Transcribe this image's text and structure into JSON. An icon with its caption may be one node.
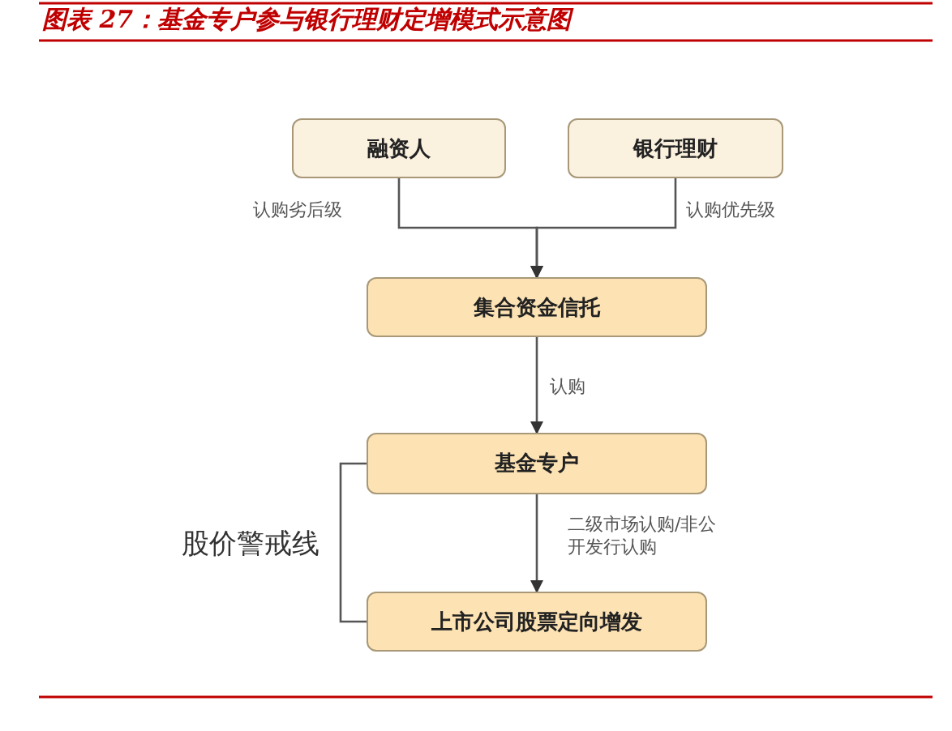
{
  "diagram": {
    "title": "图表 27：基金专户参与银行理财定增模式示意图",
    "nodes": [
      {
        "text": [
          "融资人"
        ]
      },
      {
        "text": [
          "银行理财"
        ]
      },
      {
        "text": [
          "集合资金信托"
        ]
      },
      {
        "text": [
          "基金专户"
        ]
      },
      {
        "text": [
          "上市公司股票定向增发"
        ]
      }
    ],
    "edges": [
      {
        "from": 0,
        "to": 2,
        "arrow": "to",
        "label": "认购劣后级"
      },
      {
        "from": 1,
        "to": 2,
        "arrow": "to",
        "label": "认购优先级"
      },
      {
        "from": 2,
        "to": 3,
        "arrow": "to",
        "label": "认购"
      },
      {
        "from": 3,
        "to": 4,
        "arrow": "to",
        "label": "二级市场认购/非公开发行认购"
      },
      {
        "from": 3,
        "to": 4,
        "arrow": "none",
        "label": "股价警戒线"
      }
    ]
  }
}
